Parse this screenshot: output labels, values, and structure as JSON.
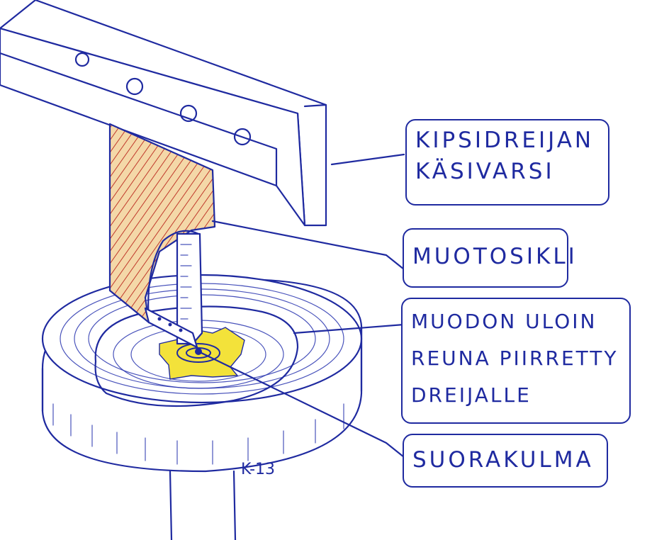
{
  "labels": {
    "arm": "KIPSIDREIJAN\nKÄSIVARSI",
    "template": "MUOTOSIKLI",
    "edge": "MUODON ULOIN\nREUNA PIIRRETTY\nDREIJALLE",
    "square": "SUORAKULMA"
  },
  "signature": "K-13",
  "colors": {
    "ink": "#1f2aa0",
    "hatch_red": "#c0392b",
    "tape_yellow": "#f3e23a",
    "paper": "#ffffff"
  }
}
